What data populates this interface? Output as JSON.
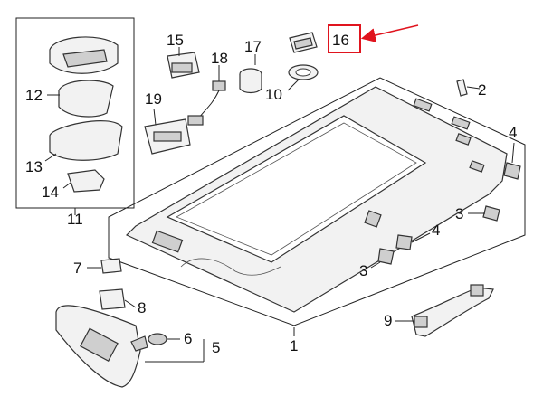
{
  "diagram": {
    "callouts": {
      "p1": "1",
      "p2": "2",
      "p3a": "3",
      "p3b": "3",
      "p4a": "4",
      "p4b": "4",
      "p5": "5",
      "p6": "6",
      "p7": "7",
      "p8": "8",
      "p9": "9",
      "p10": "10",
      "p11": "11",
      "p12": "12",
      "p13": "13",
      "p14": "14",
      "p15": "15",
      "p16": "16",
      "p17": "17",
      "p18": "18",
      "p19": "19"
    },
    "colors": {
      "highlight": "#e0141e",
      "line": "#222222",
      "part_fill": "#f2f2f2"
    }
  }
}
